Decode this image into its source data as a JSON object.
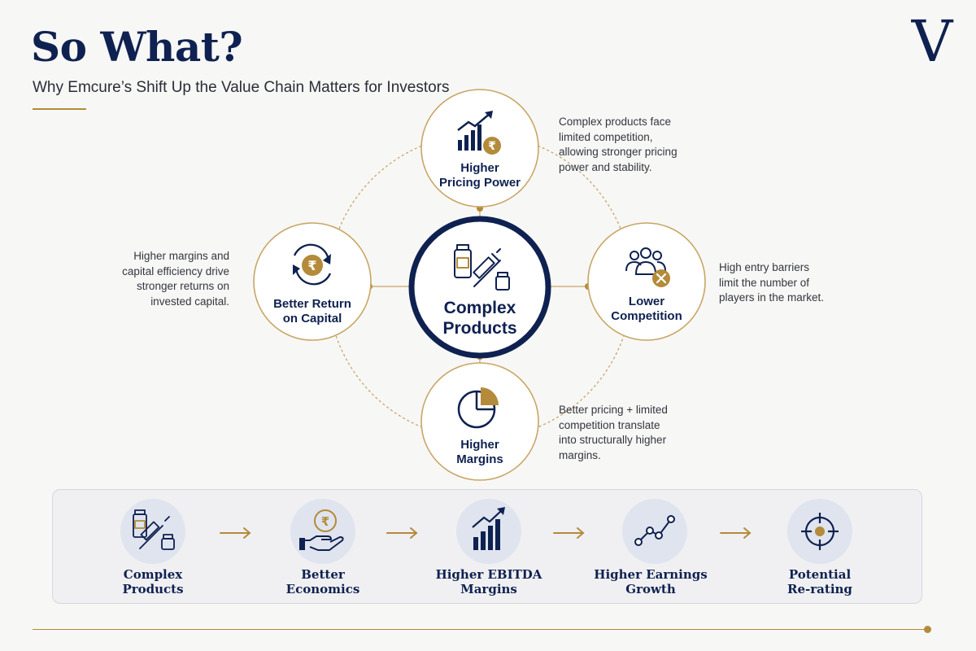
{
  "header": {
    "title": "So What?",
    "subtitle": "Why Emcure’s Shift Up the Value Chain Matters for Investors",
    "logo": "V"
  },
  "colors": {
    "navy": "#0f2150",
    "gold": "#b38b3a",
    "background": "#f7f7f6"
  },
  "diagram": {
    "center": {
      "label": "Complex\nProducts",
      "icon": "medicine-vial-syringe-icon"
    },
    "nodes": [
      {
        "id": "pricing",
        "label": "Higher\nPricing Power",
        "icon": "rising-bar-chart-rupee-icon",
        "description": "Complex products face\nlimited competition,\nallowing stronger pricing\npower and stability."
      },
      {
        "id": "competition",
        "label": "Lower\nCompetition",
        "icon": "group-with-x-icon",
        "description": "High entry barriers\nlimit the number of\nplayers in the market."
      },
      {
        "id": "margins",
        "label": "Higher\nMargins",
        "icon": "pie-chart-icon",
        "description": "Better pricing + limited\ncompetition translate\ninto structurally higher\nmargins."
      },
      {
        "id": "returns",
        "label": "Better Return\non Capital",
        "icon": "rupee-cycle-icon",
        "description": "Higher margins and\ncapital efficiency drive\nstronger returns on\ninvested capital."
      }
    ]
  },
  "flow": {
    "steps": [
      {
        "label": "Complex\nProducts",
        "icon": "medicine-vial-syringe-icon"
      },
      {
        "label": "Better\nEconomics",
        "icon": "hand-rupee-coin-icon"
      },
      {
        "label": "Higher EBITDA\nMargins",
        "icon": "bar-chart-growth-icon"
      },
      {
        "label": "Higher Earnings\nGrowth",
        "icon": "line-trend-icon"
      },
      {
        "label": "Potential\nRe-rating",
        "icon": "target-crosshair-icon"
      }
    ],
    "arrow_icon": "right-arrow-icon"
  }
}
